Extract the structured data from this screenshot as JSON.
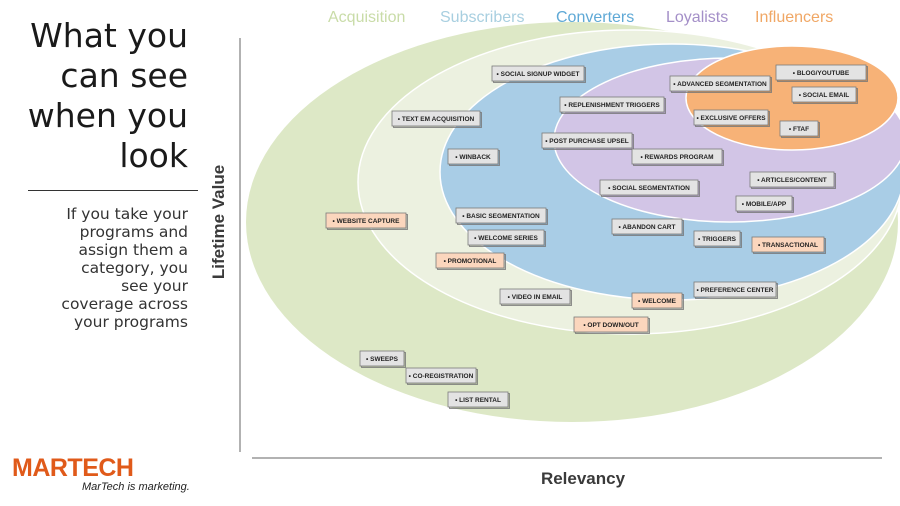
{
  "sidebar": {
    "title_lines": [
      "What you",
      "can see",
      "when you",
      "look"
    ],
    "body_lines": [
      "If you take your",
      "programs and",
      "assign them a",
      "category, you",
      "see your",
      "coverage across",
      "your programs"
    ],
    "logo": {
      "wordmark": "MARTECH",
      "tagline": "MarTech is marketing."
    }
  },
  "categories": [
    {
      "label": "Acquisition",
      "color": "#c9dca8"
    },
    {
      "label": "Subscribers",
      "color": "#a8cfe0"
    },
    {
      "label": "Converters",
      "color": "#5fa9d6"
    },
    {
      "label": "Loyalists",
      "color": "#a48fc8"
    },
    {
      "label": "Influencers",
      "color": "#f0a765"
    }
  ],
  "axes": {
    "y_label": "Lifetime Value",
    "x_label": "Relevancy"
  },
  "programs": [
    {
      "label": "• SOCIAL SIGNUP WIDGET",
      "style": "gray"
    },
    {
      "label": "• ADVANCED SEGMENTATION",
      "style": "gray"
    },
    {
      "label": "• BLOG/YOUTUBE",
      "style": "gray"
    },
    {
      "label": "• SOCIAL EMAIL",
      "style": "gray"
    },
    {
      "label": "• REPLENISHMENT TRIGGERS",
      "style": "gray"
    },
    {
      "label": "• TEXT EM ACQUISITION",
      "style": "gray"
    },
    {
      "label": "• EXCLUSIVE OFFERS",
      "style": "gray"
    },
    {
      "label": "• FTAF",
      "style": "gray"
    },
    {
      "label": "• POST PURCHASE UPSEL",
      "style": "gray"
    },
    {
      "label": "• WINBACK",
      "style": "gray"
    },
    {
      "label": "• REWARDS PROGRAM",
      "style": "gray"
    },
    {
      "label": "• ARTICLES/CONTENT",
      "style": "gray"
    },
    {
      "label": "• SOCIAL SEGMENTATION",
      "style": "gray"
    },
    {
      "label": "• MOBILE/APP",
      "style": "gray"
    },
    {
      "label": "• BASIC SEGMENTATION",
      "style": "gray"
    },
    {
      "label": "• WEBSITE CAPTURE",
      "style": "orange"
    },
    {
      "label": "• ABANDON CART",
      "style": "gray"
    },
    {
      "label": "• WELCOME SERIES",
      "style": "gray"
    },
    {
      "label": "• TRIGGERS",
      "style": "gray"
    },
    {
      "label": "• TRANSACTIONAL",
      "style": "orange"
    },
    {
      "label": "• PROMOTIONAL",
      "style": "orange"
    },
    {
      "label": "• PREFERENCE CENTER",
      "style": "gray"
    },
    {
      "label": "• VIDEO IN EMAIL",
      "style": "gray"
    },
    {
      "label": "• WELCOME",
      "style": "orange"
    },
    {
      "label": "• OPT DOWN/OUT",
      "style": "orange"
    },
    {
      "label": "• SWEEPS",
      "style": "gray"
    },
    {
      "label": "• CO-REGISTRATION",
      "style": "gray"
    },
    {
      "label": "• LIST RENTAL",
      "style": "gray"
    }
  ],
  "styles": {
    "gray_fill": "#e3e3e3",
    "orange_fill": "#fbd6bd"
  }
}
